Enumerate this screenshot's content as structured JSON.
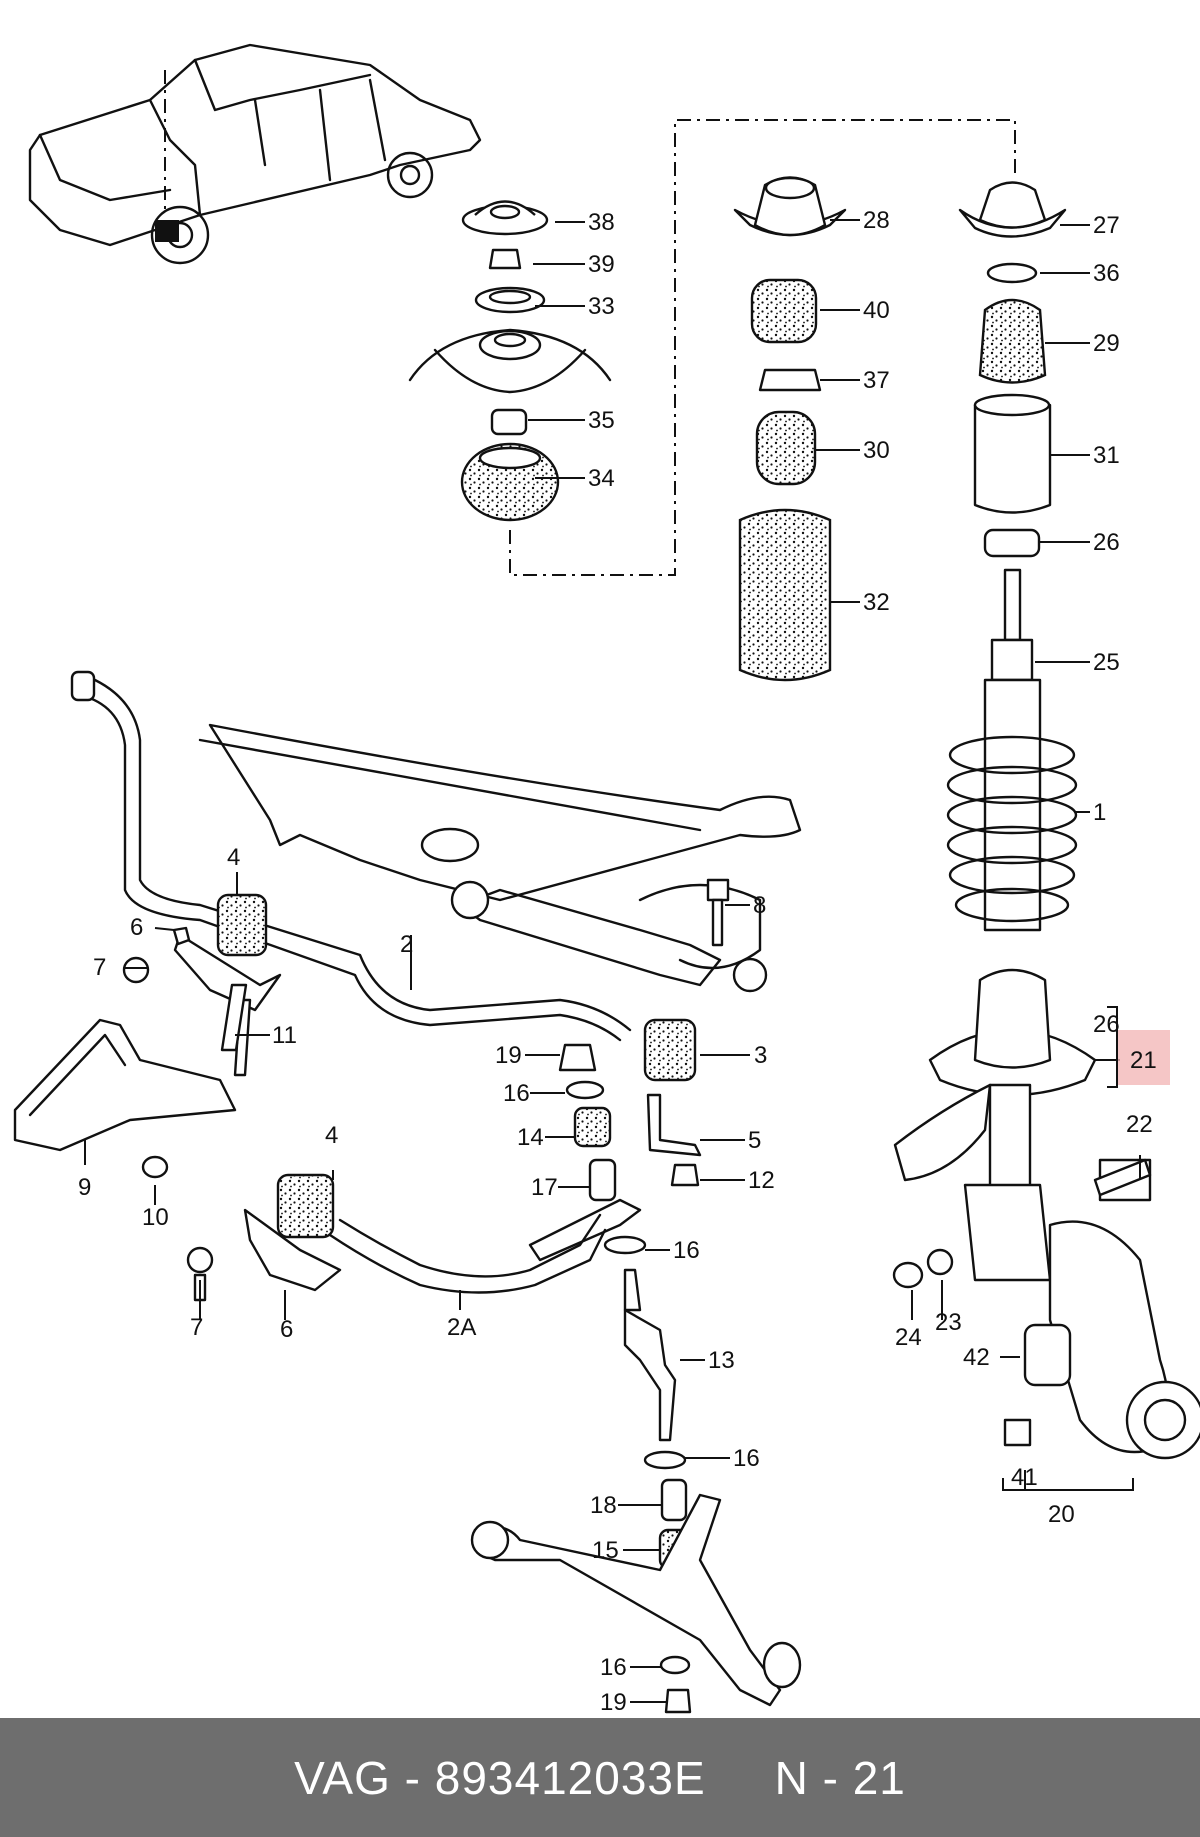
{
  "callouts": {
    "c1": "1",
    "c2": "2",
    "c2A": "2A",
    "c3": "3",
    "c4a": "4",
    "c4b": "4",
    "c5": "5",
    "c6a": "6",
    "c6b": "6",
    "c7a": "7",
    "c7b": "7",
    "c8": "8",
    "c9": "9",
    "c10": "10",
    "c11": "11",
    "c12": "12",
    "c13": "13",
    "c14": "14",
    "c15": "15",
    "c16a": "16",
    "c16b": "16",
    "c16c": "16",
    "c16d": "16",
    "c17": "17",
    "c18": "18",
    "c19a": "19",
    "c19b": "19",
    "c20": "20",
    "c21": "21",
    "c22": "22",
    "c23": "23",
    "c24": "24",
    "c25": "25",
    "c26a": "26",
    "c26b": "26",
    "c27": "27",
    "c28": "28",
    "c29": "29",
    "c30": "30",
    "c31": "31",
    "c32": "32",
    "c33": "33",
    "c34": "34",
    "c35": "35",
    "c36": "36",
    "c37": "37",
    "c38": "38",
    "c39": "39",
    "c40": "40",
    "c41": "41",
    "c42": "42"
  },
  "highlight_color": "#f2b8b8",
  "footer": {
    "brand": "VAG",
    "separator": " - ",
    "part_number": "893412033E",
    "gap": "     ",
    "position": "N - 21",
    "bar_color": "#6e6e6e"
  }
}
